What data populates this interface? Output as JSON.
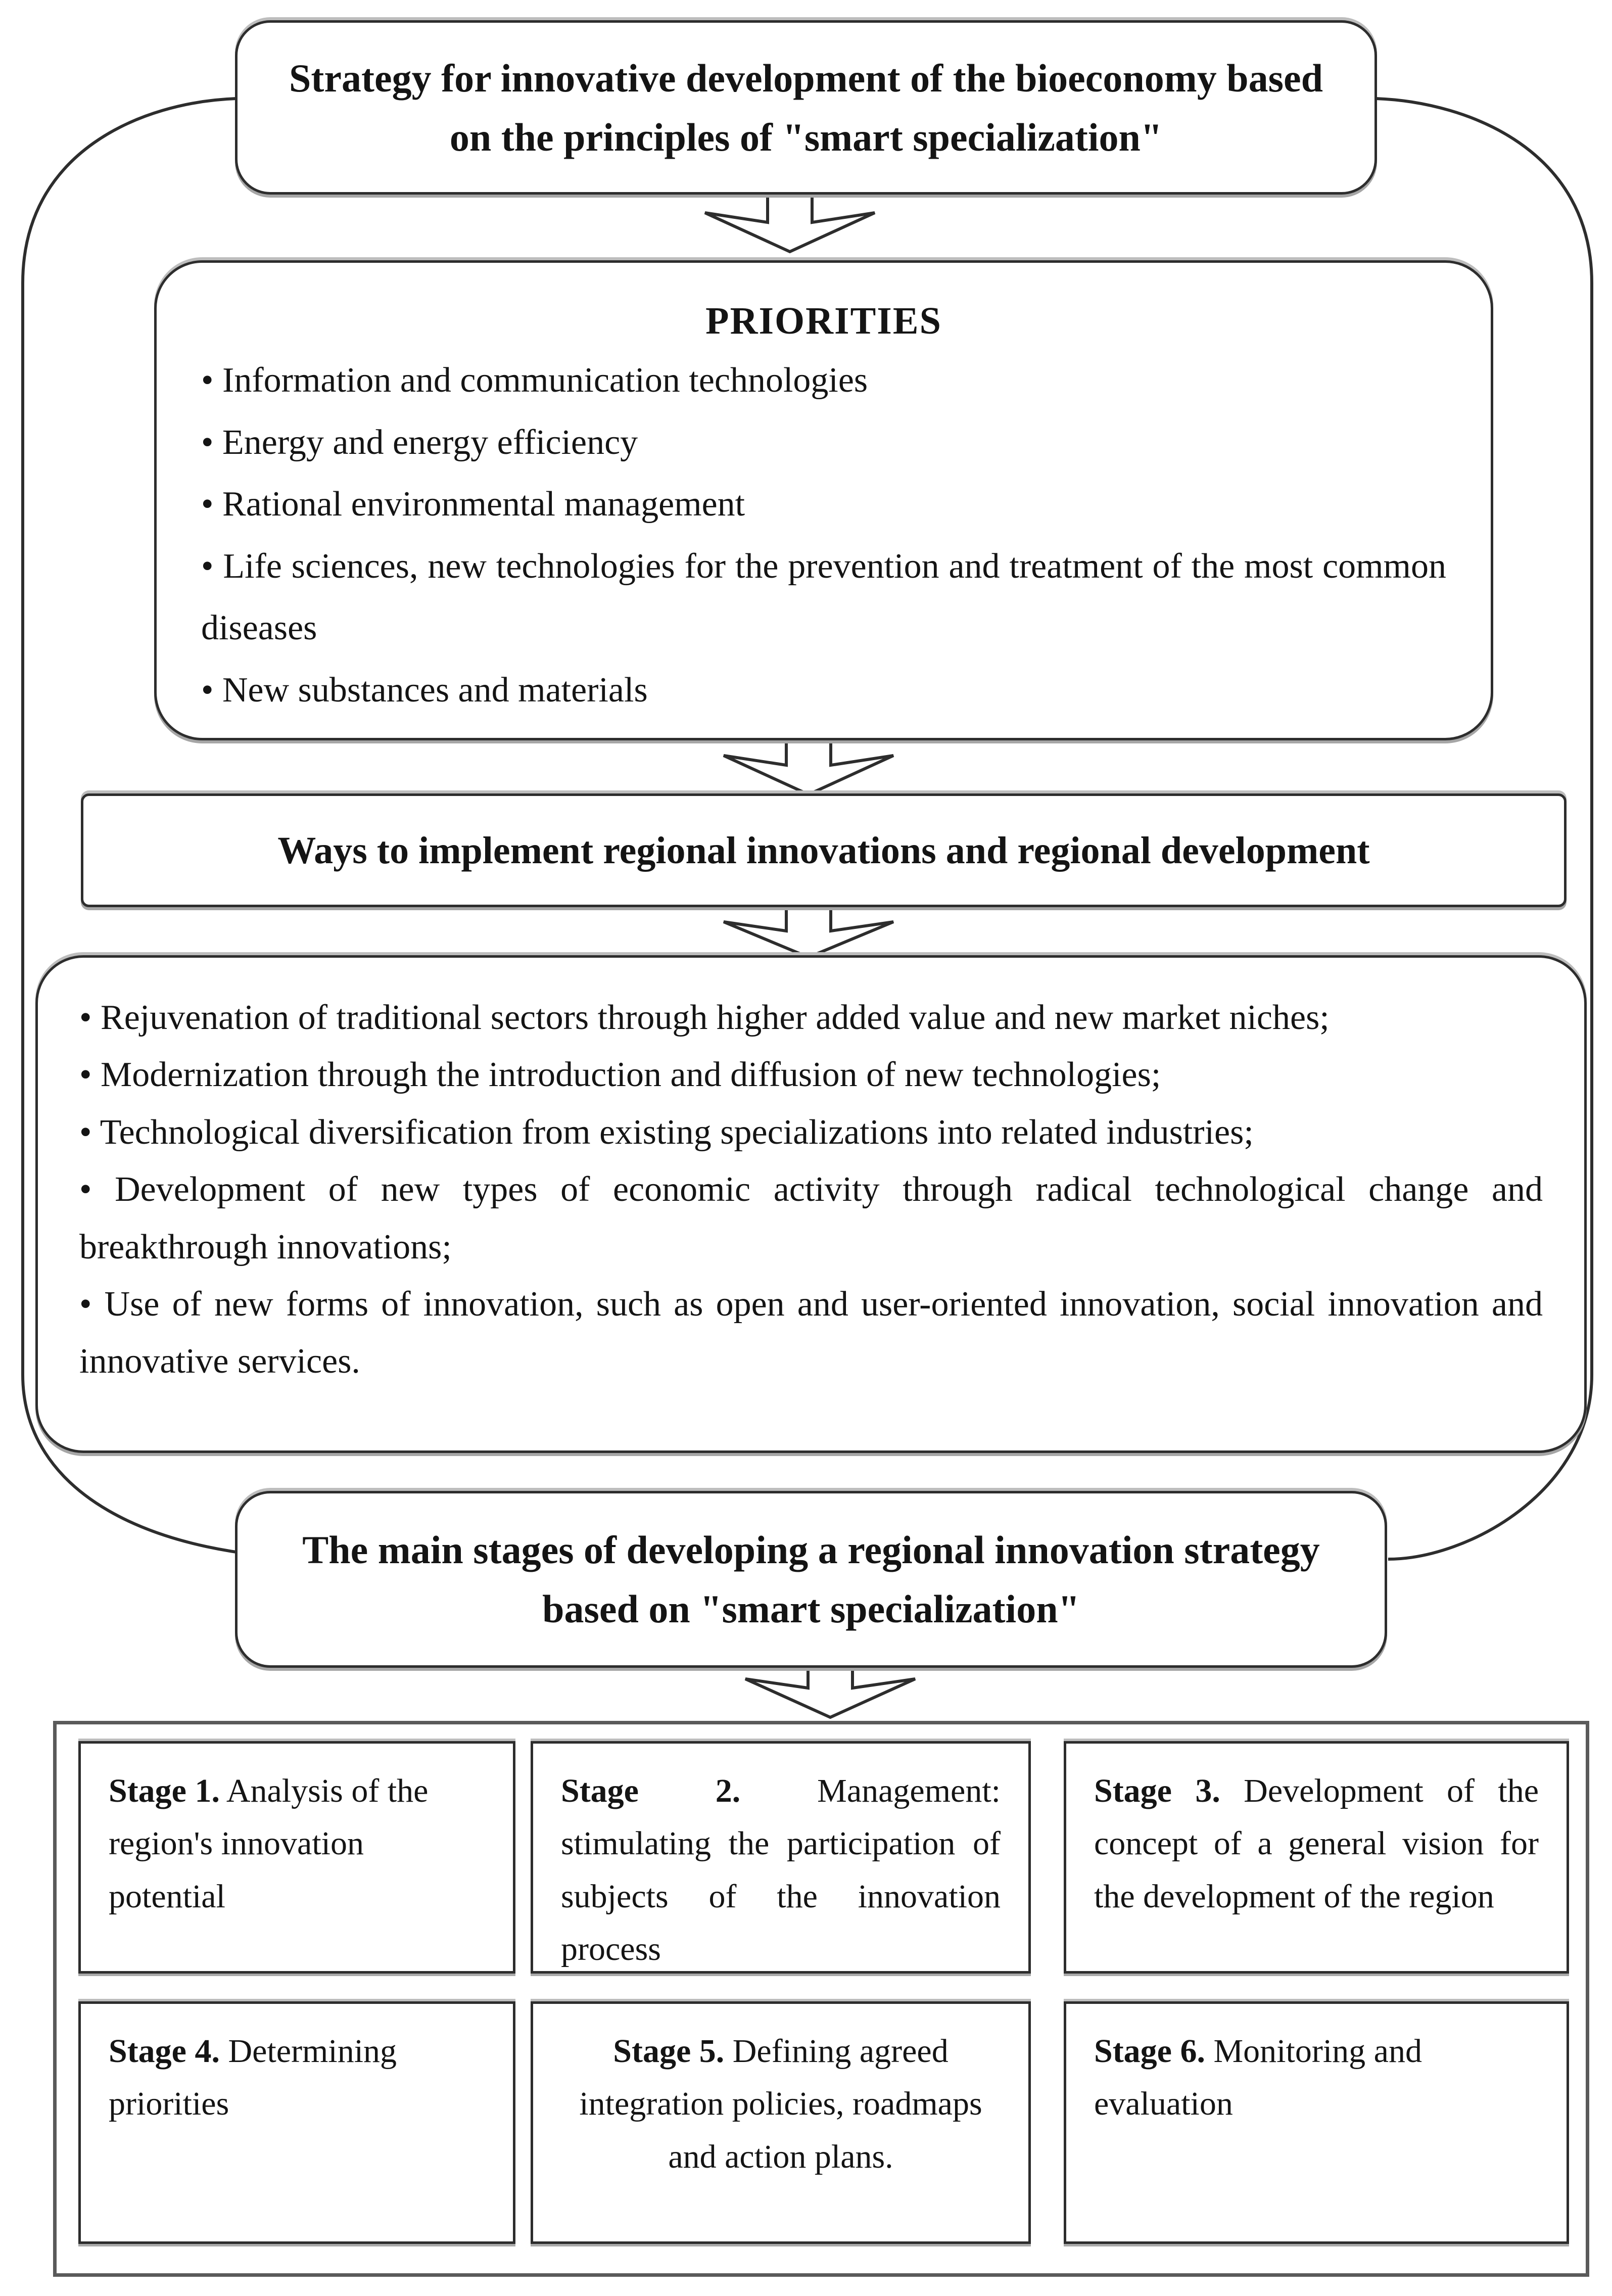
{
  "diagram": {
    "top_box": {
      "text": "Strategy for innovative development of the bioeconomy based on the principles of \"smart specialization\""
    },
    "priorities": {
      "title": "PRIORITIES",
      "items": [
        "• Information and communication technologies",
        "• Energy and energy efficiency",
        "• Rational environmental management",
        "• Life sciences, new technologies for the prevention and treatment of the most common diseases",
        "• New substances and materials"
      ]
    },
    "ways_box": {
      "text": "Ways to implement regional innovations and regional development"
    },
    "implementation": {
      "items": [
        "• Rejuvenation of traditional sectors through higher added value and new market niches;",
        "• Modernization through the introduction and diffusion of new technologies;",
        "• Technological diversification from existing specializations into related industries;",
        "• Development of new types of economic activity through radical technological change and breakthrough innovations;",
        "• Use of new forms of innovation, such as open and user-oriented innovation, social innovation and innovative services."
      ]
    },
    "main_stages_box": {
      "text": "The main stages of developing a regional innovation strategy based on \"smart specialization\""
    },
    "stages": [
      {
        "label": "Stage 1.",
        "text": " Analysis of the region's innovation potential"
      },
      {
        "label": "Stage 2.",
        "text": " Management: stimulating the participation of subjects of the innovation process"
      },
      {
        "label": "Stage 3.",
        "text": " Development of the concept of a general vision for the development of the region"
      },
      {
        "label": "Stage 4.",
        "text": " Determining priorities"
      },
      {
        "label": "Stage 5.",
        "text": " Defining agreed integration policies, roadmaps and action plans."
      },
      {
        "label": "Stage 6.",
        "text": " Monitoring and evaluation"
      }
    ],
    "colors": {
      "ink": "#141414",
      "border": "#2d2d2d",
      "shadow_gray": "#a6a6a6"
    }
  }
}
